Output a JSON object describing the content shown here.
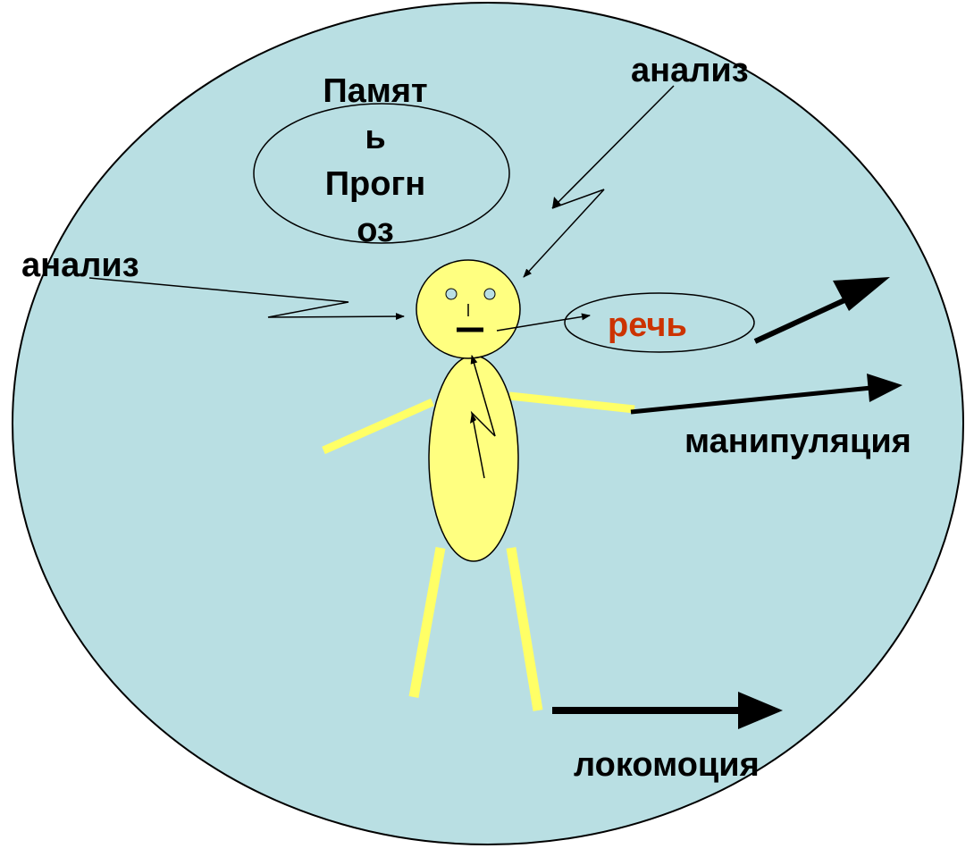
{
  "labels": {
    "memory_lines": [
      "Памят",
      "ь",
      "Прогн",
      "оз"
    ],
    "analysis_left": "анализ",
    "analysis_top": "анализ",
    "speech": "речь",
    "manipulation": "манипуляция",
    "locomotion": "локомоция"
  },
  "colors": {
    "background_circle": "#b9dfe3",
    "figure_fill": "#ffff80",
    "limb": "#ffff66",
    "outline": "#000000",
    "speech_text": "#cc3300",
    "eyes": "#b9dfe3"
  }
}
